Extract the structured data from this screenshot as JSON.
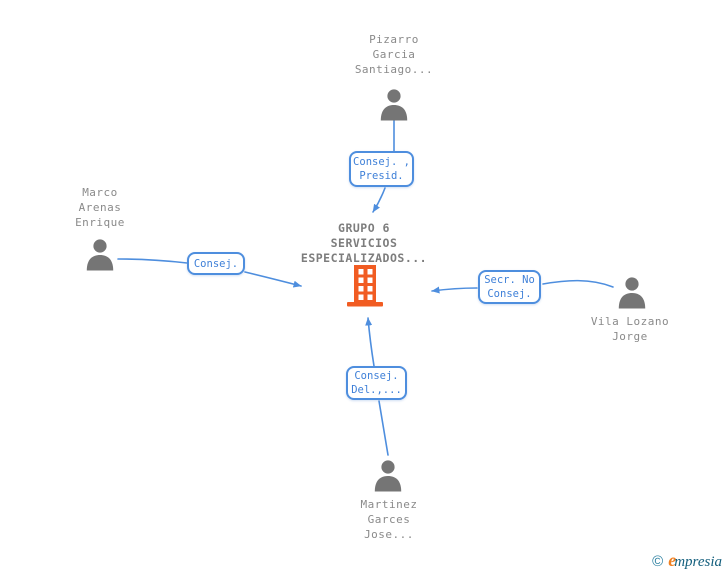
{
  "company_node": {
    "lines": [
      "GRUPO 6",
      "SERVICIOS",
      "ESPECIALIZADOS..."
    ],
    "icon": "building-icon"
  },
  "person_nodes": [
    {
      "id": "pizarro-garcia-santiago",
      "position": "top",
      "lines": [
        "Pizarro",
        "Garcia",
        "Santiago..."
      ]
    },
    {
      "id": "marco-arenas-enrique",
      "position": "left",
      "lines": [
        "Marco",
        "Arenas",
        "Enrique"
      ]
    },
    {
      "id": "vila-lozano-jorge",
      "position": "right",
      "lines": [
        "Vila Lozano",
        "Jorge"
      ]
    },
    {
      "id": "martinez-garces-jose",
      "position": "bottom",
      "lines": [
        "Martinez",
        "Garces",
        "Jose..."
      ]
    }
  ],
  "edge_labels": [
    {
      "id": "top",
      "lines": [
        "Consej. ,",
        "Presid."
      ]
    },
    {
      "id": "left",
      "lines": [
        "Consej."
      ]
    },
    {
      "id": "right",
      "lines": [
        "Secr. No",
        "Consej."
      ]
    },
    {
      "id": "bottom",
      "lines": [
        "Consej.",
        "Del.,..."
      ]
    }
  ],
  "footer": {
    "copyright_symbol": "©",
    "brand_first_letter": "e",
    "brand_rest": "mpresia"
  },
  "colors": {
    "edge_blue": "#4e8ede",
    "label_text_blue": "#3f80d8",
    "person_gray": "#757575",
    "name_text_gray": "#8a8a8a",
    "company_text_gray": "#7d7d7d",
    "building_orange": "#f15c22",
    "logo_teal": "#15607e",
    "logo_orange": "#f08021"
  }
}
